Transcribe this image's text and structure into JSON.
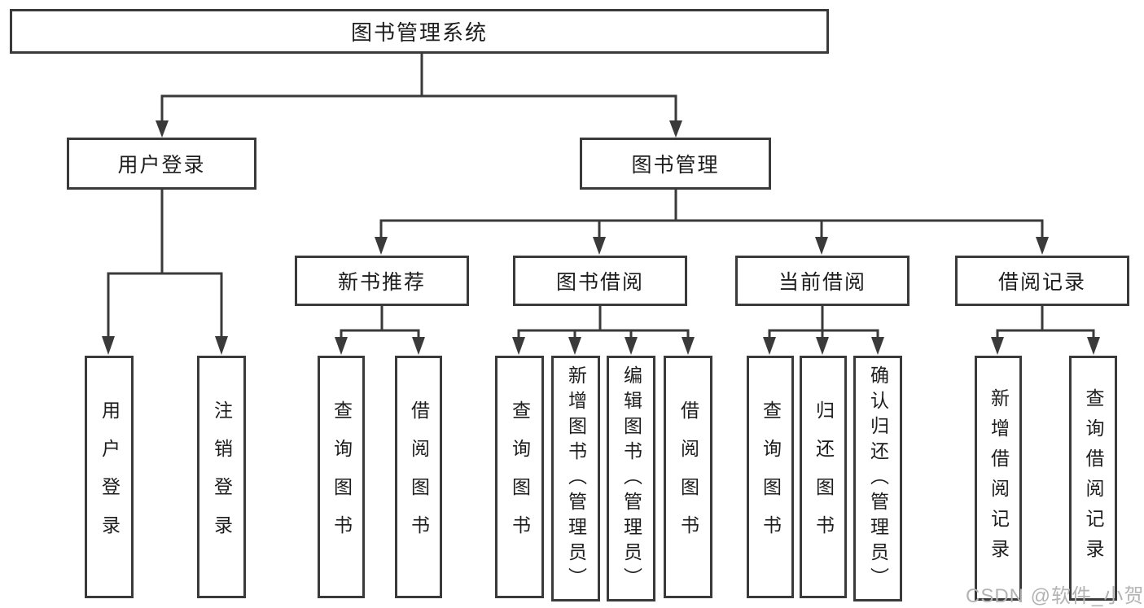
{
  "diagram": {
    "root": {
      "label": "图书管理系统"
    },
    "branches": [
      {
        "label": "用户登录",
        "children": [
          {
            "label": "用户登录"
          },
          {
            "label": "注销登录"
          }
        ]
      },
      {
        "label": "图书管理",
        "children": [
          {
            "label": "新书推荐",
            "children": [
              {
                "label": "查询图书"
              },
              {
                "label": "借阅图书"
              }
            ]
          },
          {
            "label": "图书借阅",
            "children": [
              {
                "label": "查询图书"
              },
              {
                "label": "新增图书（管理员）"
              },
              {
                "label": "编辑图书（管理员）"
              },
              {
                "label": "借阅图书"
              }
            ]
          },
          {
            "label": "当前借阅",
            "children": [
              {
                "label": "查询图书"
              },
              {
                "label": "归还图书"
              },
              {
                "label": "确认归还（管理员）"
              }
            ]
          },
          {
            "label": "借阅记录",
            "children": [
              {
                "label": "新增借阅记录"
              },
              {
                "label": "查询借阅记录"
              }
            ]
          }
        ]
      }
    ]
  },
  "watermark": {
    "text": "CSDN @软件_小贺同学"
  },
  "colors": {
    "line": "#3a3a3a",
    "text": "#1d1d1d",
    "watermark": "#b3b3b3",
    "background": "#ffffff"
  }
}
